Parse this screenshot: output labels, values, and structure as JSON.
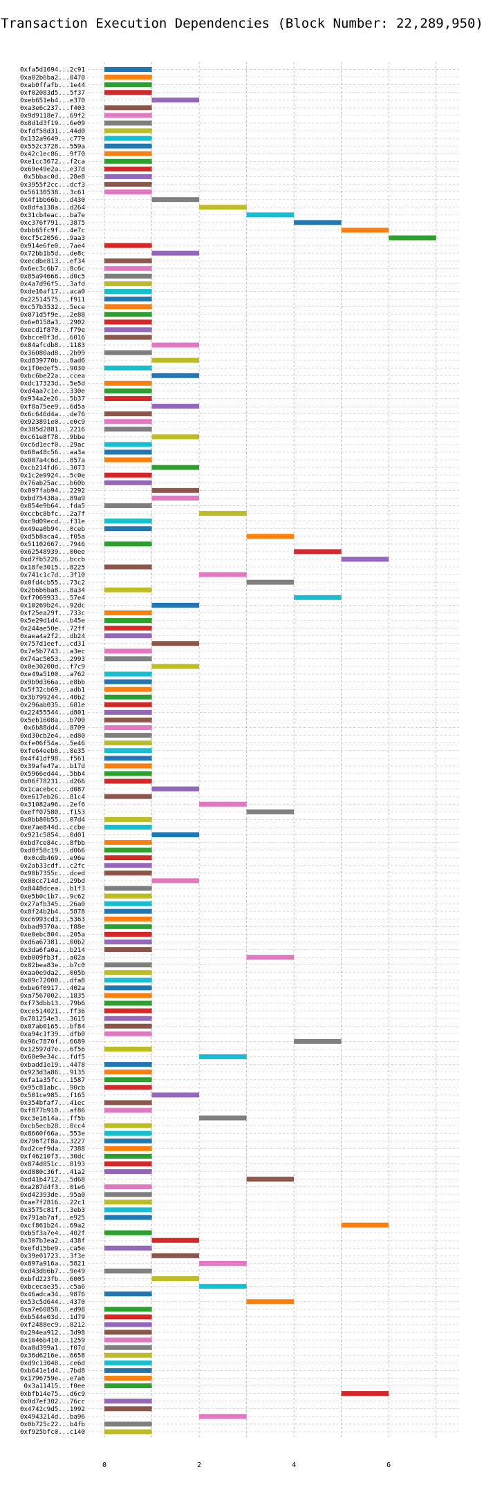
{
  "chart_data": {
    "type": "bar",
    "title": "Transaction Execution Dependencies (Block Number: 22,289,950)",
    "xlabel": "",
    "ylabel": "",
    "xlim": [
      -0.35,
      7.5
    ],
    "xticks": [
      0,
      2,
      4,
      6
    ],
    "grid": true,
    "colors": [
      "#1f77b4",
      "#ff7f0e",
      "#2ca02c",
      "#d62728",
      "#9467bd",
      "#8c564b",
      "#e377c2",
      "#7f7f7f",
      "#bcbd22",
      "#17becf"
    ],
    "transactions": [
      {
        "label": "0xfa5d1694...2c91",
        "start": 0,
        "color_index": 0
      },
      {
        "label": "0xa02b6ba2...0470",
        "start": 0,
        "color_index": 1
      },
      {
        "label": "0xab0ffafb...1e44",
        "start": 0,
        "color_index": 2
      },
      {
        "label": "0xf02083d5...5f37",
        "start": 0,
        "color_index": 3
      },
      {
        "label": "0xeb651eb4...e370",
        "start": 1,
        "color_index": 4
      },
      {
        "label": "0xa3e6c237...f403",
        "start": 0,
        "color_index": 5
      },
      {
        "label": "0x9d9118e7...69f2",
        "start": 0,
        "color_index": 6
      },
      {
        "label": "0x8d1d3f19...6e09",
        "start": 0,
        "color_index": 7
      },
      {
        "label": "0xfdf58d31...44d0",
        "start": 0,
        "color_index": 8
      },
      {
        "label": "0x132a9649...c779",
        "start": 0,
        "color_index": 9
      },
      {
        "label": "0x552c3728...559a",
        "start": 0,
        "color_index": 0
      },
      {
        "label": "0x42c1ec86...9f70",
        "start": 0,
        "color_index": 1
      },
      {
        "label": "0xe1cc3672...f2ca",
        "start": 0,
        "color_index": 2
      },
      {
        "label": "0x69e49e2a...e37d",
        "start": 0,
        "color_index": 3
      },
      {
        "label": "0x5bbac0d...28e8",
        "start": 0,
        "color_index": 4
      },
      {
        "label": "0x3955f2cc...dcf3",
        "start": 0,
        "color_index": 5
      },
      {
        "label": "0x56130538...3c61",
        "start": 0,
        "color_index": 6
      },
      {
        "label": "0x4f1bb66b...d430",
        "start": 1,
        "color_index": 7
      },
      {
        "label": "0x8dfa138a...d264",
        "start": 2,
        "color_index": 8
      },
      {
        "label": "0x31cb4eac...ba7e",
        "start": 3,
        "color_index": 9
      },
      {
        "label": "0xc376f791...3875",
        "start": 4,
        "color_index": 0
      },
      {
        "label": "0xbb65fc9f...4e7c",
        "start": 5,
        "color_index": 1
      },
      {
        "label": "0xcf5c2056...9aa3",
        "start": 6,
        "color_index": 2
      },
      {
        "label": "0x914e6fe0...7ae4",
        "start": 0,
        "color_index": 3
      },
      {
        "label": "0x72bb1b5d...de8c",
        "start": 1,
        "color_index": 4
      },
      {
        "label": "0xecdbe813...ef34",
        "start": 0,
        "color_index": 5
      },
      {
        "label": "0x6ec3c6b7...8c6c",
        "start": 0,
        "color_index": 6
      },
      {
        "label": "0x85a94668...d0c5",
        "start": 0,
        "color_index": 7
      },
      {
        "label": "0x4a7d96f5...3afd",
        "start": 0,
        "color_index": 8
      },
      {
        "label": "0xde16af17...aca0",
        "start": 0,
        "color_index": 9
      },
      {
        "label": "0x22514575...f911",
        "start": 0,
        "color_index": 0
      },
      {
        "label": "0xc57b3532...5ece",
        "start": 0,
        "color_index": 1
      },
      {
        "label": "0x071d5f9e...2e88",
        "start": 0,
        "color_index": 2
      },
      {
        "label": "0x6e0158a3...2902",
        "start": 0,
        "color_index": 3
      },
      {
        "label": "0xecd1f870...f79e",
        "start": 0,
        "color_index": 4
      },
      {
        "label": "0xbcce0f3d...6016",
        "start": 0,
        "color_index": 5
      },
      {
        "label": "0x84afcdb8...1183",
        "start": 1,
        "color_index": 6
      },
      {
        "label": "0x36080ad8...2b99",
        "start": 0,
        "color_index": 7
      },
      {
        "label": "0xd839770b...8ad6",
        "start": 1,
        "color_index": 8
      },
      {
        "label": "0x1f0edef5...9030",
        "start": 0,
        "color_index": 9
      },
      {
        "label": "0xbc6be22a...ccea",
        "start": 1,
        "color_index": 0
      },
      {
        "label": "0xdc17323d...5e5d",
        "start": 0,
        "color_index": 1
      },
      {
        "label": "0xd4aa7c1e...330e",
        "start": 0,
        "color_index": 2
      },
      {
        "label": "0x934a2e26...5b37",
        "start": 0,
        "color_index": 3
      },
      {
        "label": "0xf8a75ee9...6d5a",
        "start": 1,
        "color_index": 4
      },
      {
        "label": "0x6c646d4a...de76",
        "start": 0,
        "color_index": 5
      },
      {
        "label": "0x923891e0...e0c9",
        "start": 0,
        "color_index": 6
      },
      {
        "label": "0x385d2881...2216",
        "start": 0,
        "color_index": 7
      },
      {
        "label": "0xc61e8f78...9bbe",
        "start": 1,
        "color_index": 8
      },
      {
        "label": "0xc6d1ecf0...29ac",
        "start": 0,
        "color_index": 9
      },
      {
        "label": "0x60a48c56...aa3a",
        "start": 0,
        "color_index": 0
      },
      {
        "label": "0x007a4c6d...857a",
        "start": 0,
        "color_index": 1
      },
      {
        "label": "0xcb214fd6...3073",
        "start": 1,
        "color_index": 2
      },
      {
        "label": "0x1c2e9924...5c0e",
        "start": 0,
        "color_index": 3
      },
      {
        "label": "0x76ab25ac...b60b",
        "start": 0,
        "color_index": 4
      },
      {
        "label": "0x097fab94...2292",
        "start": 1,
        "color_index": 5
      },
      {
        "label": "0xbd75438a...89a9",
        "start": 1,
        "color_index": 6
      },
      {
        "label": "0x854e9b64...fda5",
        "start": 0,
        "color_index": 7
      },
      {
        "label": "0xccbc8bfc...2a7f",
        "start": 2,
        "color_index": 8
      },
      {
        "label": "0xc9d09ecd...f31e",
        "start": 0,
        "color_index": 9
      },
      {
        "label": "0x49ea0b94...0ceb",
        "start": 0,
        "color_index": 0
      },
      {
        "label": "0xd5b8aca4...f05a",
        "start": 3,
        "color_index": 1
      },
      {
        "label": "0x51102667...7946",
        "start": 0,
        "color_index": 2
      },
      {
        "label": "0x62548939...00ee",
        "start": 4,
        "color_index": 3
      },
      {
        "label": "0xd7fb5226...bccb",
        "start": 5,
        "color_index": 4
      },
      {
        "label": "0x18fe3015...8225",
        "start": 0,
        "color_index": 5
      },
      {
        "label": "0x741c1c7d...3f10",
        "start": 2,
        "color_index": 6
      },
      {
        "label": "0x0fd4cb55...73c2",
        "start": 3,
        "color_index": 7
      },
      {
        "label": "0x2b6b6ba8...8a34",
        "start": 0,
        "color_index": 8
      },
      {
        "label": "0xf7069933...57e4",
        "start": 4,
        "color_index": 9
      },
      {
        "label": "0x10269b24...92dc",
        "start": 1,
        "color_index": 0
      },
      {
        "label": "0xf25ea29f...733c",
        "start": 0,
        "color_index": 1
      },
      {
        "label": "0x5e29d1d4...b45e",
        "start": 0,
        "color_index": 2
      },
      {
        "label": "0x244ae50e...72ff",
        "start": 0,
        "color_index": 3
      },
      {
        "label": "0xaea4a2f2...db24",
        "start": 0,
        "color_index": 4
      },
      {
        "label": "0x757d1eef...cd31",
        "start": 1,
        "color_index": 5
      },
      {
        "label": "0x7e5b7743...a3ec",
        "start": 0,
        "color_index": 6
      },
      {
        "label": "0x74ac5053...2993",
        "start": 0,
        "color_index": 7
      },
      {
        "label": "0x0e30200d...f7c9",
        "start": 1,
        "color_index": 8
      },
      {
        "label": "0xe49a5100...a762",
        "start": 0,
        "color_index": 9
      },
      {
        "label": "0x9b9d366a...e8bb",
        "start": 0,
        "color_index": 0
      },
      {
        "label": "0x5f32cb69...adb1",
        "start": 0,
        "color_index": 1
      },
      {
        "label": "0x3b799244...40b2",
        "start": 0,
        "color_index": 2
      },
      {
        "label": "0x296ab035...681e",
        "start": 0,
        "color_index": 3
      },
      {
        "label": "0x22455544...d801",
        "start": 0,
        "color_index": 4
      },
      {
        "label": "0x5eb1608a...b700",
        "start": 0,
        "color_index": 5
      },
      {
        "label": "0x6b88dd4...8709",
        "start": 0,
        "color_index": 6
      },
      {
        "label": "0xd30cb2e4...ed80",
        "start": 0,
        "color_index": 7
      },
      {
        "label": "0xfe06f54a...5e46",
        "start": 0,
        "color_index": 8
      },
      {
        "label": "0xfe64eeb8...8e35",
        "start": 0,
        "color_index": 9
      },
      {
        "label": "0x4f41df98...f561",
        "start": 0,
        "color_index": 0
      },
      {
        "label": "0x39afe47a...b17d",
        "start": 0,
        "color_index": 1
      },
      {
        "label": "0x5966ed44...5bb4",
        "start": 0,
        "color_index": 2
      },
      {
        "label": "0x06f78231...d266",
        "start": 0,
        "color_index": 3
      },
      {
        "label": "0x1cacebcc...d087",
        "start": 1,
        "color_index": 4
      },
      {
        "label": "0xe617eb26...81c4",
        "start": 0,
        "color_index": 5
      },
      {
        "label": "0x31082a96...2ef6",
        "start": 2,
        "color_index": 6
      },
      {
        "label": "0xeff07580...f153",
        "start": 3,
        "color_index": 7
      },
      {
        "label": "0x0bb80b55...07d4",
        "start": 0,
        "color_index": 8
      },
      {
        "label": "0xe7ae844d...ccbe",
        "start": 0,
        "color_index": 9
      },
      {
        "label": "0x921c5854...0d01",
        "start": 1,
        "color_index": 0
      },
      {
        "label": "0xbd7ce84c...8fbb",
        "start": 0,
        "color_index": 1
      },
      {
        "label": "0xd0f58c19...d066",
        "start": 0,
        "color_index": 2
      },
      {
        "label": "0x0cdb469...e96e",
        "start": 0,
        "color_index": 3
      },
      {
        "label": "0x2ab33cdf...c2fc",
        "start": 0,
        "color_index": 4
      },
      {
        "label": "0x90b7355c...dced",
        "start": 0,
        "color_index": 5
      },
      {
        "label": "0x88cc714d...29bd",
        "start": 1,
        "color_index": 6
      },
      {
        "label": "0x8448dcea...b1f3",
        "start": 0,
        "color_index": 7
      },
      {
        "label": "0xe5b0c1b7...9c62",
        "start": 0,
        "color_index": 8
      },
      {
        "label": "0x27afb345...26a0",
        "start": 0,
        "color_index": 9
      },
      {
        "label": "0x8f24b2b4...5878",
        "start": 0,
        "color_index": 0
      },
      {
        "label": "0xc6993cd3...5363",
        "start": 0,
        "color_index": 1
      },
      {
        "label": "0xbad9370a...f88e",
        "start": 0,
        "color_index": 2
      },
      {
        "label": "0xe0ebc804...205a",
        "start": 0,
        "color_index": 3
      },
      {
        "label": "0xd6a67381...00b2",
        "start": 0,
        "color_index": 4
      },
      {
        "label": "0x3da6fa0a...b214",
        "start": 0,
        "color_index": 5
      },
      {
        "label": "0xb009fb3f...a02a",
        "start": 3,
        "color_index": 6
      },
      {
        "label": "0x82bea83e...b7c0",
        "start": 0,
        "color_index": 7
      },
      {
        "label": "0xaa0e9da2...005b",
        "start": 0,
        "color_index": 8
      },
      {
        "label": "0x89c72000...dfa8",
        "start": 0,
        "color_index": 9
      },
      {
        "label": "0xbe6f0917...402a",
        "start": 0,
        "color_index": 0
      },
      {
        "label": "0xa7567002...1835",
        "start": 0,
        "color_index": 1
      },
      {
        "label": "0xf73dbb13...79b6",
        "start": 0,
        "color_index": 2
      },
      {
        "label": "0xce514021...ff36",
        "start": 0,
        "color_index": 3
      },
      {
        "label": "0x781254e3...3615",
        "start": 0,
        "color_index": 4
      },
      {
        "label": "0x07ab0165...bf84",
        "start": 0,
        "color_index": 5
      },
      {
        "label": "0xa94c1f39...dfb0",
        "start": 0,
        "color_index": 6
      },
      {
        "label": "0x96c7870f...6689",
        "start": 4,
        "color_index": 7
      },
      {
        "label": "0x12597d7e...6f56",
        "start": 0,
        "color_index": 8
      },
      {
        "label": "0x68e9e34c...fdf5",
        "start": 2,
        "color_index": 9
      },
      {
        "label": "0xbadd1e19...4478",
        "start": 0,
        "color_index": 0
      },
      {
        "label": "0x923d3a86...9135",
        "start": 0,
        "color_index": 1
      },
      {
        "label": "0xfa1a35fc...1587",
        "start": 0,
        "color_index": 2
      },
      {
        "label": "0x95c81abc...90cb",
        "start": 0,
        "color_index": 3
      },
      {
        "label": "0x501ce985...f165",
        "start": 1,
        "color_index": 4
      },
      {
        "label": "0x354bfaf7...41ec",
        "start": 0,
        "color_index": 5
      },
      {
        "label": "0xf877b910...af86",
        "start": 0,
        "color_index": 6
      },
      {
        "label": "0xc3e1614a...ff5b",
        "start": 2,
        "color_index": 7
      },
      {
        "label": "0xcb5ecb28...0cc4",
        "start": 0,
        "color_index": 8
      },
      {
        "label": "0x8660f66a...553e",
        "start": 0,
        "color_index": 9
      },
      {
        "label": "0x796f2f8a...3227",
        "start": 0,
        "color_index": 0
      },
      {
        "label": "0xd2cef9da...7388",
        "start": 0,
        "color_index": 1
      },
      {
        "label": "0xf46210f3...30dc",
        "start": 0,
        "color_index": 2
      },
      {
        "label": "0x874d851c...8193",
        "start": 0,
        "color_index": 3
      },
      {
        "label": "0xd880c36f...41a2",
        "start": 0,
        "color_index": 4
      },
      {
        "label": "0xd41b4712...5d68",
        "start": 3,
        "color_index": 5
      },
      {
        "label": "0xa287d4f3...01e6",
        "start": 0,
        "color_index": 6
      },
      {
        "label": "0xd42393de...95a0",
        "start": 0,
        "color_index": 7
      },
      {
        "label": "0xae7f2816...22c1",
        "start": 0,
        "color_index": 8
      },
      {
        "label": "0x3575c81f...3eb3",
        "start": 0,
        "color_index": 9
      },
      {
        "label": "0x791ab7af...e925",
        "start": 0,
        "color_index": 0
      },
      {
        "label": "0xcf861b24...69a2",
        "start": 5,
        "color_index": 1
      },
      {
        "label": "0xb5f3a7e4...402f",
        "start": 0,
        "color_index": 2
      },
      {
        "label": "0x307b3ea2...438f",
        "start": 1,
        "color_index": 3
      },
      {
        "label": "0xefd15be9...ca5e",
        "start": 0,
        "color_index": 4
      },
      {
        "label": "0x39e01723...3f3e",
        "start": 1,
        "color_index": 5
      },
      {
        "label": "0x897a916a...5821",
        "start": 2,
        "color_index": 6
      },
      {
        "label": "0xd43db6b7...9e49",
        "start": 0,
        "color_index": 7
      },
      {
        "label": "0xbfd223fb...6005",
        "start": 1,
        "color_index": 8
      },
      {
        "label": "0xbcecae35...c5a6",
        "start": 2,
        "color_index": 9
      },
      {
        "label": "0x46adca34...9876",
        "start": 0,
        "color_index": 0
      },
      {
        "label": "0x53c5d644...4370",
        "start": 3,
        "color_index": 1
      },
      {
        "label": "0xa7e60858...ed98",
        "start": 0,
        "color_index": 2
      },
      {
        "label": "0xb544e03d...1d79",
        "start": 0,
        "color_index": 3
      },
      {
        "label": "0xf2488ec9...8212",
        "start": 0,
        "color_index": 4
      },
      {
        "label": "0x294ea912...3d98",
        "start": 0,
        "color_index": 5
      },
      {
        "label": "0x1046b410...1259",
        "start": 0,
        "color_index": 6
      },
      {
        "label": "0xa8d399a1...f07d",
        "start": 0,
        "color_index": 7
      },
      {
        "label": "0x36d6216e...6658",
        "start": 0,
        "color_index": 8
      },
      {
        "label": "0xd9c13048...ce6d",
        "start": 0,
        "color_index": 9
      },
      {
        "label": "0xb641e1d4...7bd8",
        "start": 0,
        "color_index": 0
      },
      {
        "label": "0x1796759e...e7a6",
        "start": 0,
        "color_index": 1
      },
      {
        "label": "0x3a11415...f0ee",
        "start": 0,
        "color_index": 2
      },
      {
        "label": "0xbfb14e75...d6c9",
        "start": 5,
        "color_index": 3
      },
      {
        "label": "0x0d7ef302...76cc",
        "start": 0,
        "color_index": 4
      },
      {
        "label": "0x4742c9d5...1992",
        "start": 0,
        "color_index": 5
      },
      {
        "label": "0x4943214d...ba96",
        "start": 2,
        "color_index": 6
      },
      {
        "label": "0x0b725c22...b4fb",
        "start": 0,
        "color_index": 7
      },
      {
        "label": "0xf925bfc0...c140",
        "start": 0,
        "color_index": 8
      }
    ]
  }
}
